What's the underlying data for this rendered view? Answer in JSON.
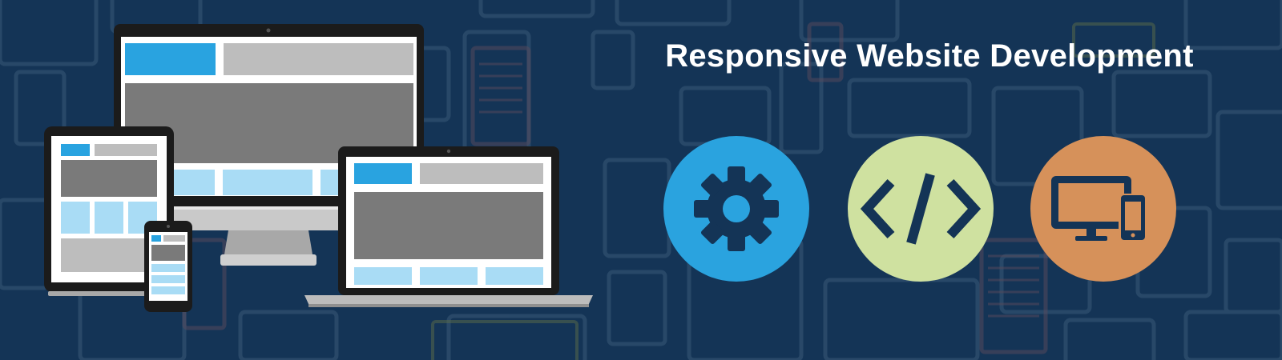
{
  "banner": {
    "title": "Responsive Website Development"
  },
  "colors": {
    "background": "#143456",
    "title_text": "#ffffff",
    "gear_circle": "#2aa3df",
    "code_circle": "#cfe1a0",
    "devices_circle": "#d6915a",
    "icon_glyph": "#143456",
    "screen_accent_blue": "#29a3e0",
    "screen_light_blue": "#a9dcf5",
    "screen_gray": "#7a7a7a",
    "screen_light_gray": "#bdbdbd"
  },
  "icons": [
    {
      "name": "gear-icon",
      "meaning": "settings"
    },
    {
      "name": "code-icon",
      "meaning": "code"
    },
    {
      "name": "desktop-mobile-icon",
      "meaning": "responsive devices"
    }
  ],
  "devices_illustration": [
    "desktop-monitor",
    "tablet",
    "smartphone",
    "laptop"
  ]
}
